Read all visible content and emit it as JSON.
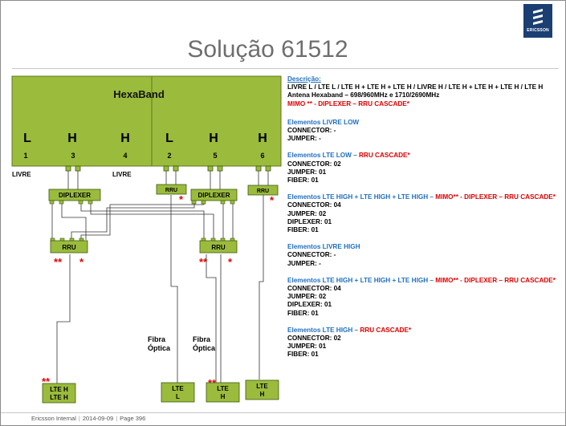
{
  "brand": {
    "name": "ERICSSON",
    "color": "#1c3f72"
  },
  "title": "Solução 61512",
  "colors": {
    "green": "#9bbb3c",
    "green_border": "#5e7a1e",
    "blue_text": "#1f6fc0",
    "red_text": "#e00000"
  },
  "antenna": {
    "name": "HexaBand",
    "ports": [
      {
        "letter": "L",
        "number": "1"
      },
      {
        "letter": "H",
        "number": "3"
      },
      {
        "letter": "H",
        "number": "4"
      },
      {
        "letter": "L",
        "number": "2"
      },
      {
        "letter": "H",
        "number": "5"
      },
      {
        "letter": "H",
        "number": "6"
      }
    ],
    "livre_left": "LIVRE",
    "livre_mid": "LIVRE"
  },
  "diagram": {
    "diplexer_label": "DIPLEXER",
    "rru_label": "RRU",
    "star_single": "*",
    "star_double": "**",
    "fibra_label_1": "Fibra",
    "fibra_label_2": "Óptica",
    "boxes": [
      {
        "line1": "LTE H",
        "line2": "LTE H"
      },
      {
        "line1": "LTE",
        "line2": "L"
      },
      {
        "line1": "LTE",
        "line2": "H"
      },
      {
        "line1": "LTE",
        "line2": "H"
      }
    ]
  },
  "description": {
    "heading": "Descrição:",
    "line1": "LIVRE L / LTE L / LTE H + LTE H + LTE H / LIVRE H / LTE H + LTE H + LTE H / LTE H",
    "line2": "Antena Hexaband – 698/960MHz  e  1710/2690MHz",
    "line3": "MIMO ** - DIPLEXER – RRU CASCADE*"
  },
  "elements": [
    {
      "title_blue": "Elementos LIVRE LOW",
      "title_red": "",
      "lines": [
        "CONNECTOR: -",
        "JUMPER: -"
      ]
    },
    {
      "title_blue": "Elementos LTE LOW – ",
      "title_red": "RRU CASCADE*",
      "lines": [
        "CONNECTOR: 02",
        "JUMPER: 01",
        "FIBER: 01"
      ]
    },
    {
      "title_blue": "Elementos  LTE HIGH + LTE HIGH + LTE HIGH – ",
      "title_red": "MIMO** - DIPLEXER – RRU CASCADE*",
      "lines": [
        "CONNECTOR: 04",
        "JUMPER: 02",
        "DIPLEXER: 01",
        "FIBER: 01"
      ]
    },
    {
      "title_blue": "Elementos LIVRE HIGH",
      "title_red": "",
      "lines": [
        "CONNECTOR: -",
        "JUMPER: -"
      ]
    },
    {
      "title_blue": "Elementos  LTE HIGH + LTE HIGH + LTE HIGH – ",
      "title_red": "MIMO** - DIPLEXER – RRU CASCADE*",
      "lines": [
        "CONNECTOR: 04",
        "JUMPER: 02",
        "DIPLEXER: 01",
        "FIBER: 01"
      ]
    },
    {
      "title_blue": "Elementos LTE HIGH – ",
      "title_red": "RRU CASCADE*",
      "lines": [
        "CONNECTOR: 02",
        "JUMPER: 01",
        "FIBER: 01"
      ]
    }
  ],
  "footer": {
    "org": "Ericsson Internal",
    "date": "2014-09-09",
    "page": "Page 396",
    "separator": "|"
  }
}
